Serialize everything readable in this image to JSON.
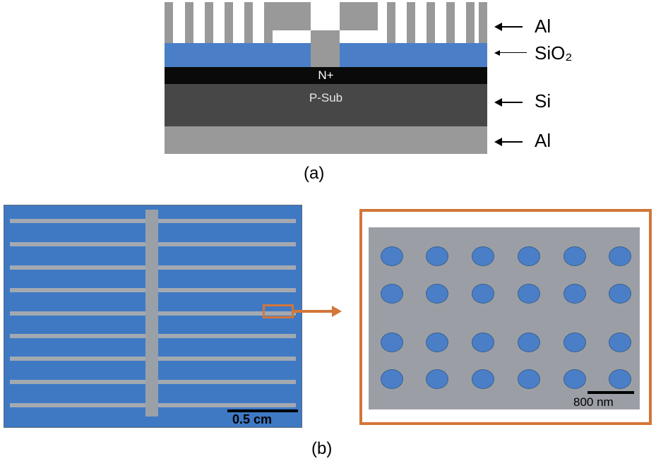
{
  "panel_a": {
    "caption": "(a)",
    "layer_labels": {
      "top_al": "Al",
      "sio2": "SiO₂",
      "si": "Si",
      "bottom_al": "Al"
    },
    "n_plus": "N+",
    "p_sub": "P-Sub"
  },
  "panel_b": {
    "caption": "(b)",
    "cell_scale": "0.5 cm",
    "zoom_scale": "800 nm",
    "highlight_color": "#d2763a"
  },
  "colors": {
    "aluminum": "#999999",
    "sio2": "#4a7fc8",
    "n_plus": "#0a0a0a",
    "p_sub": "#474747",
    "cell": "#3f79c4",
    "highlight": "#d2763a"
  }
}
